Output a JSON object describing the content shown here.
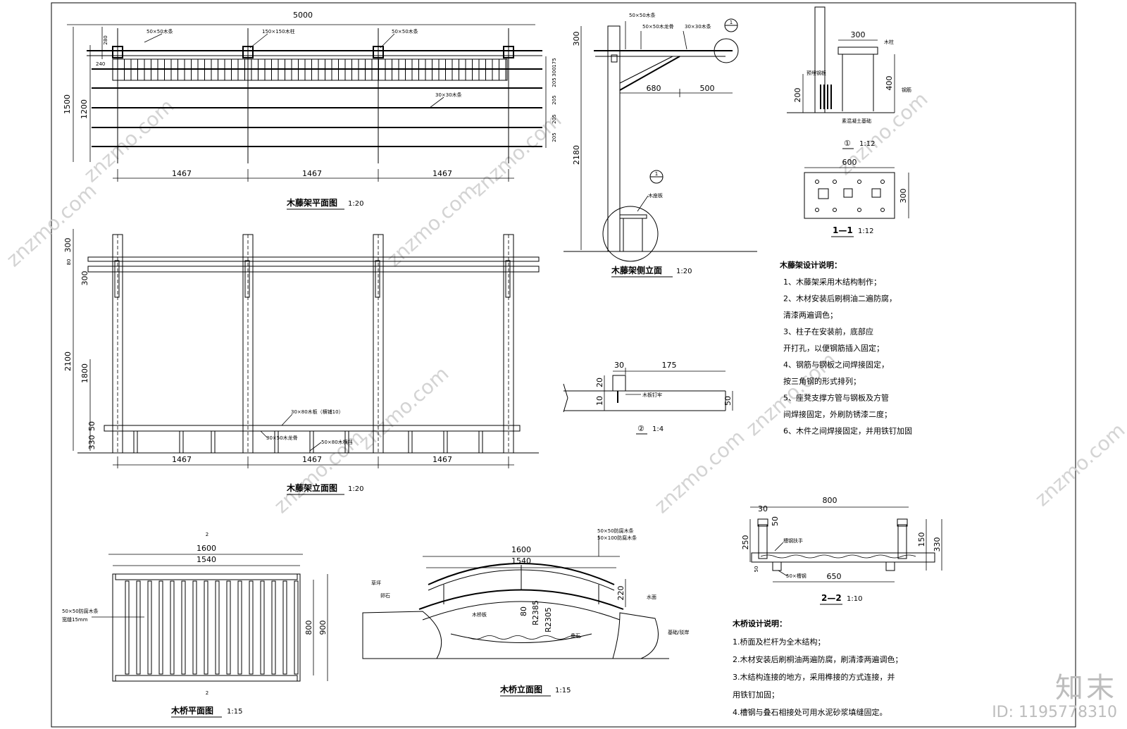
{
  "watermark": "znzmo.com",
  "pergola_plan": {
    "title": "木藤架平面图",
    "scale": "1:20",
    "dims": {
      "total_w": "5000",
      "bay": "1467",
      "total_h": "1500",
      "inner_h": "1200",
      "d280": "280",
      "d240": "240",
      "d300": "300",
      "d175": "175",
      "d205": "205"
    },
    "labels": {
      "a": "50×50木条",
      "b": "150×150木柱",
      "c": "50×50木条",
      "d": "30×30木条"
    }
  },
  "pergola_elev": {
    "title": "木藤架立面图",
    "scale": "1:20",
    "dims": {
      "d300": "300",
      "d80": "80",
      "d300b": "300",
      "d2100": "2100",
      "d1800": "1800",
      "d50": "50",
      "d330": "330",
      "bay": "1467"
    },
    "labels": {
      "a": "30×80木板（横铺10）",
      "b": "30×50木龙骨",
      "c": "50×80木横档"
    }
  },
  "pergola_side": {
    "title": "木藤架侧立面",
    "scale": "1:20",
    "dims": {
      "d300": "300",
      "d2180": "2180",
      "d680": "680",
      "d500": "500"
    },
    "labels": {
      "a": "50×50木条",
      "b": "50×50木龙骨",
      "c": "30×30木条",
      "d": "木座板"
    },
    "callout1": "1",
    "callout2": "1"
  },
  "detail1": {
    "tag": "①",
    "scale": "1:12",
    "dims": {
      "d300": "300",
      "d200": "200",
      "d400": "400"
    },
    "labels": {
      "a": "预埋钢板",
      "b": "钢筋",
      "c": "木柱",
      "d": "素混凝土基础"
    }
  },
  "section11": {
    "tag": "1—1",
    "scale": "1:12",
    "dims": {
      "d600": "600",
      "d300": "300"
    }
  },
  "detail2": {
    "tag": "②",
    "scale": "1:4",
    "dims": {
      "d30": "30",
      "d175": "175",
      "d20": "20",
      "d10": "10",
      "d50": "50"
    },
    "label": "木板钉牢"
  },
  "notes_pergola": {
    "heading": "木藤架设计说明：",
    "items": [
      "1、木藤架采用木结构制作；",
      "2、木材安装后刷桐油二遍防腐，",
      "   清漆两遍调色；",
      "3、柱子在安装前，底部应",
      "   开打孔，以便钢筋插入固定；",
      "4、钢筋与钢板之间焊接固定，",
      "   按三角钢的形式排列；",
      "5、座凳支撑方管与钢板及方管",
      "   间焊接固定，外刷防锈漆二度；",
      "6、木件之间焊接固定，并用铁钉加固"
    ]
  },
  "section22": {
    "tag": "2—2",
    "scale": "1:10",
    "dims": {
      "d800": "800",
      "d30": "30",
      "d50": "50",
      "d250": "250",
      "d150": "150",
      "d330": "330",
      "d650": "650",
      "d50b": "50"
    },
    "labels": {
      "a": "槽钢扶手",
      "b": "50×槽钢"
    }
  },
  "bridge_plan": {
    "title": "木桥平面图",
    "scale": "1:15",
    "section_mark": "2",
    "dims": {
      "d1600": "1600",
      "d1540": "1540",
      "d800": "800",
      "d900": "900"
    },
    "label1": "50×50防腐木条",
    "label2": "宽缝15mm"
  },
  "bridge_elev": {
    "title": "木桥立面图",
    "scale": "1:15",
    "dims": {
      "d1600": "1600",
      "d1540": "1540",
      "d220": "220",
      "d80": "80",
      "r1": "R2385",
      "r2": "R2305"
    },
    "labels": {
      "a": "50×50防腐木条",
      "b": "50×100防腐木条",
      "c": "草坪",
      "d": "卵石",
      "e": "木桥板",
      "f": "叠石",
      "g": "水面",
      "h": "基础/驳岸"
    }
  },
  "notes_bridge": {
    "heading": "木桥设计说明：",
    "items": [
      "1.桥面及栏杆为全木结构；",
      "2.木材安装后刷桐油两遍防腐，刷清漆两遍调色；",
      "3.木结构连接的地方，采用榫接的方式连接，并",
      "  用铁钉加固；",
      "4.槽钢与叠石相接处可用水泥砂浆填缝固定。"
    ]
  },
  "brand": {
    "logo": "知末",
    "id": "ID: 1195778310"
  }
}
